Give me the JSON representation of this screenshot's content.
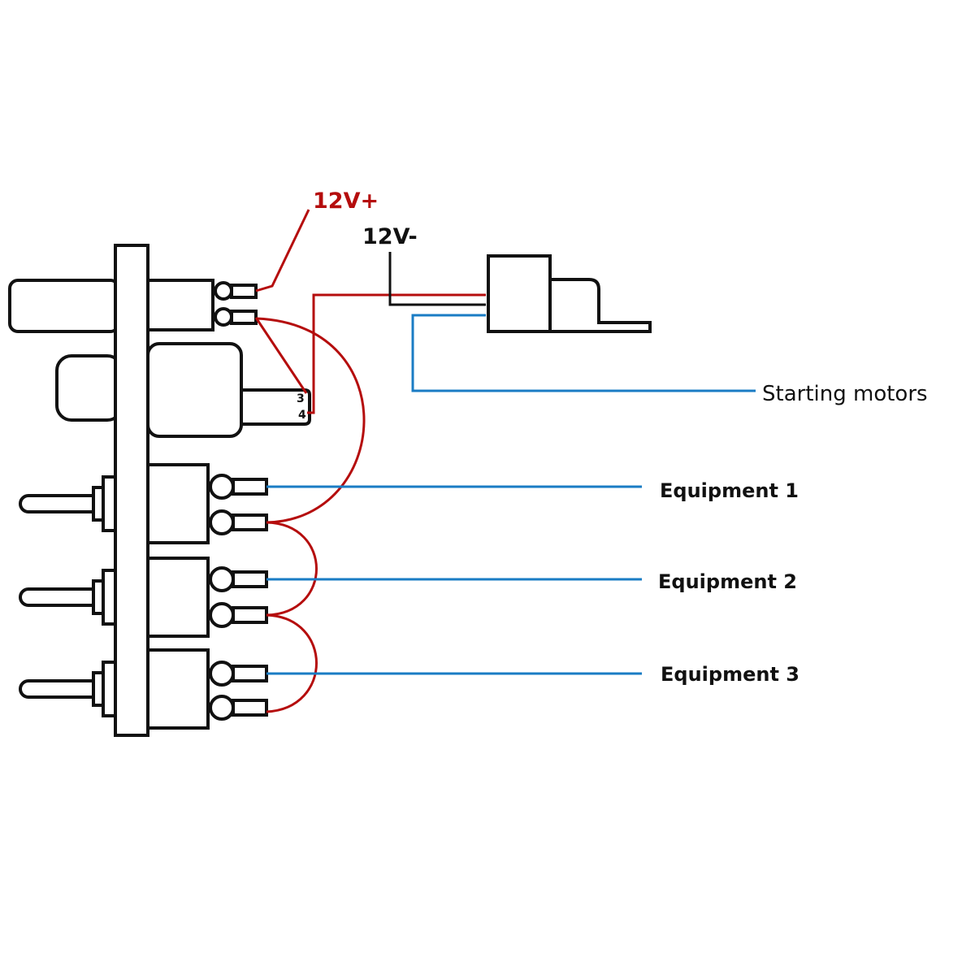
{
  "colors": {
    "positive_wire": "#b50d0d",
    "signal_wire": "#1a7cc4",
    "outline": "#111111"
  },
  "labels": {
    "positive": "12V+",
    "negative": "12V-",
    "starting_motors": "Starting motors",
    "equipment": [
      "Equipment 1",
      "Equipment 2",
      "Equipment 3"
    ],
    "pin_3": "3",
    "pin_4": "4"
  }
}
